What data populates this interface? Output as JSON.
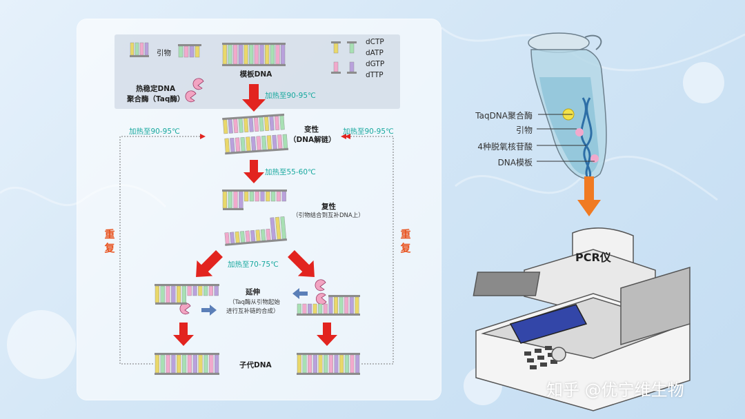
{
  "inputs": {
    "primer_label": "引物",
    "template_label": "模板DNA",
    "polymerase_label_1": "热稳定DNA",
    "polymerase_label_2": "聚合酶（Taq酶）",
    "nucleotides": [
      "dCTP",
      "dATP",
      "dGTP",
      "dTTP"
    ]
  },
  "steps": {
    "heat1": "加热至90-95℃",
    "denature_title": "变性",
    "denature_sub": "（DNA解链）",
    "heat2": "加热至55-60℃",
    "anneal_title": "复性",
    "anneal_sub": "（引物结合到互补DNA上）",
    "heat3": "加热至70-75℃",
    "extend_title": "延伸",
    "extend_sub_1": "（Taq酶从引物起始",
    "extend_sub_2": "进行互补链的合成）",
    "daughter": "子代DNA"
  },
  "loop": {
    "left_heat": "加热至90-95℃",
    "right_heat": "加热至90-95℃",
    "repeat_text": "重复"
  },
  "tube_labels": [
    "TaqDNA聚合酶",
    "引物",
    "4种脱氧核苷酸",
    "DNA模板"
  ],
  "machine_label": "PCR仪",
  "watermark": "知乎 @优宁维生物",
  "colors": {
    "yellow": "#e9d86a",
    "green": "#a8e0b4",
    "pink": "#f1a9cc",
    "purple": "#b9a1dc",
    "strand": "#8c8c8c",
    "enzyme": "#f2a4c2",
    "arrow_red": "#e2241f",
    "arrow_orange": "#f07a22",
    "teal_text": "#17a89e",
    "repeat_orange": "#e8531f"
  }
}
